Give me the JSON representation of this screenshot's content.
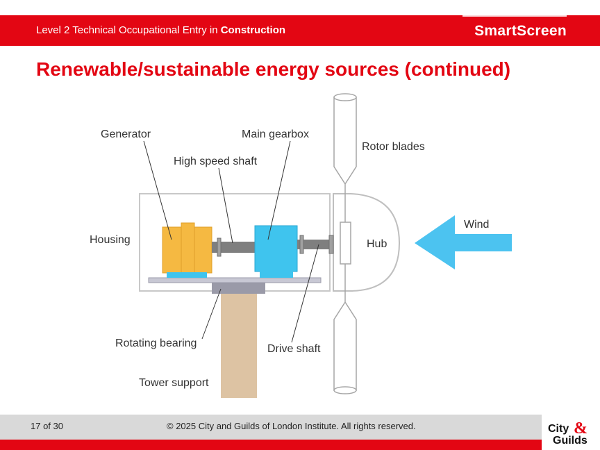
{
  "header": {
    "course_prefix": "Level 2 Technical Occupational Entry in",
    "course_subject": "Construction",
    "brand": "SmartScreen"
  },
  "slide": {
    "title": "Renewable/sustainable energy sources (continued)"
  },
  "diagram": {
    "labels": {
      "generator": "Generator",
      "main_gearbox": "Main gearbox",
      "high_speed_shaft": "High speed shaft",
      "rotor_blades": "Rotor blades",
      "housing": "Housing",
      "hub": "Hub",
      "wind": "Wind",
      "rotating_bearing": "Rotating bearing",
      "drive_shaft": "Drive shaft",
      "tower_support": "Tower support"
    },
    "colors": {
      "generator": "#f5b942",
      "gearbox": "#3fc4ee",
      "wind_arrow": "#4cc3f0",
      "tower": "#ddc3a3",
      "shaft": "#7f7f7f"
    }
  },
  "footer": {
    "page": "17 of 30",
    "copyright": "© 2025 City and Guilds of London Institute. All rights reserved.",
    "logo_text_top": "City",
    "logo_text_bottom": "Guilds"
  }
}
